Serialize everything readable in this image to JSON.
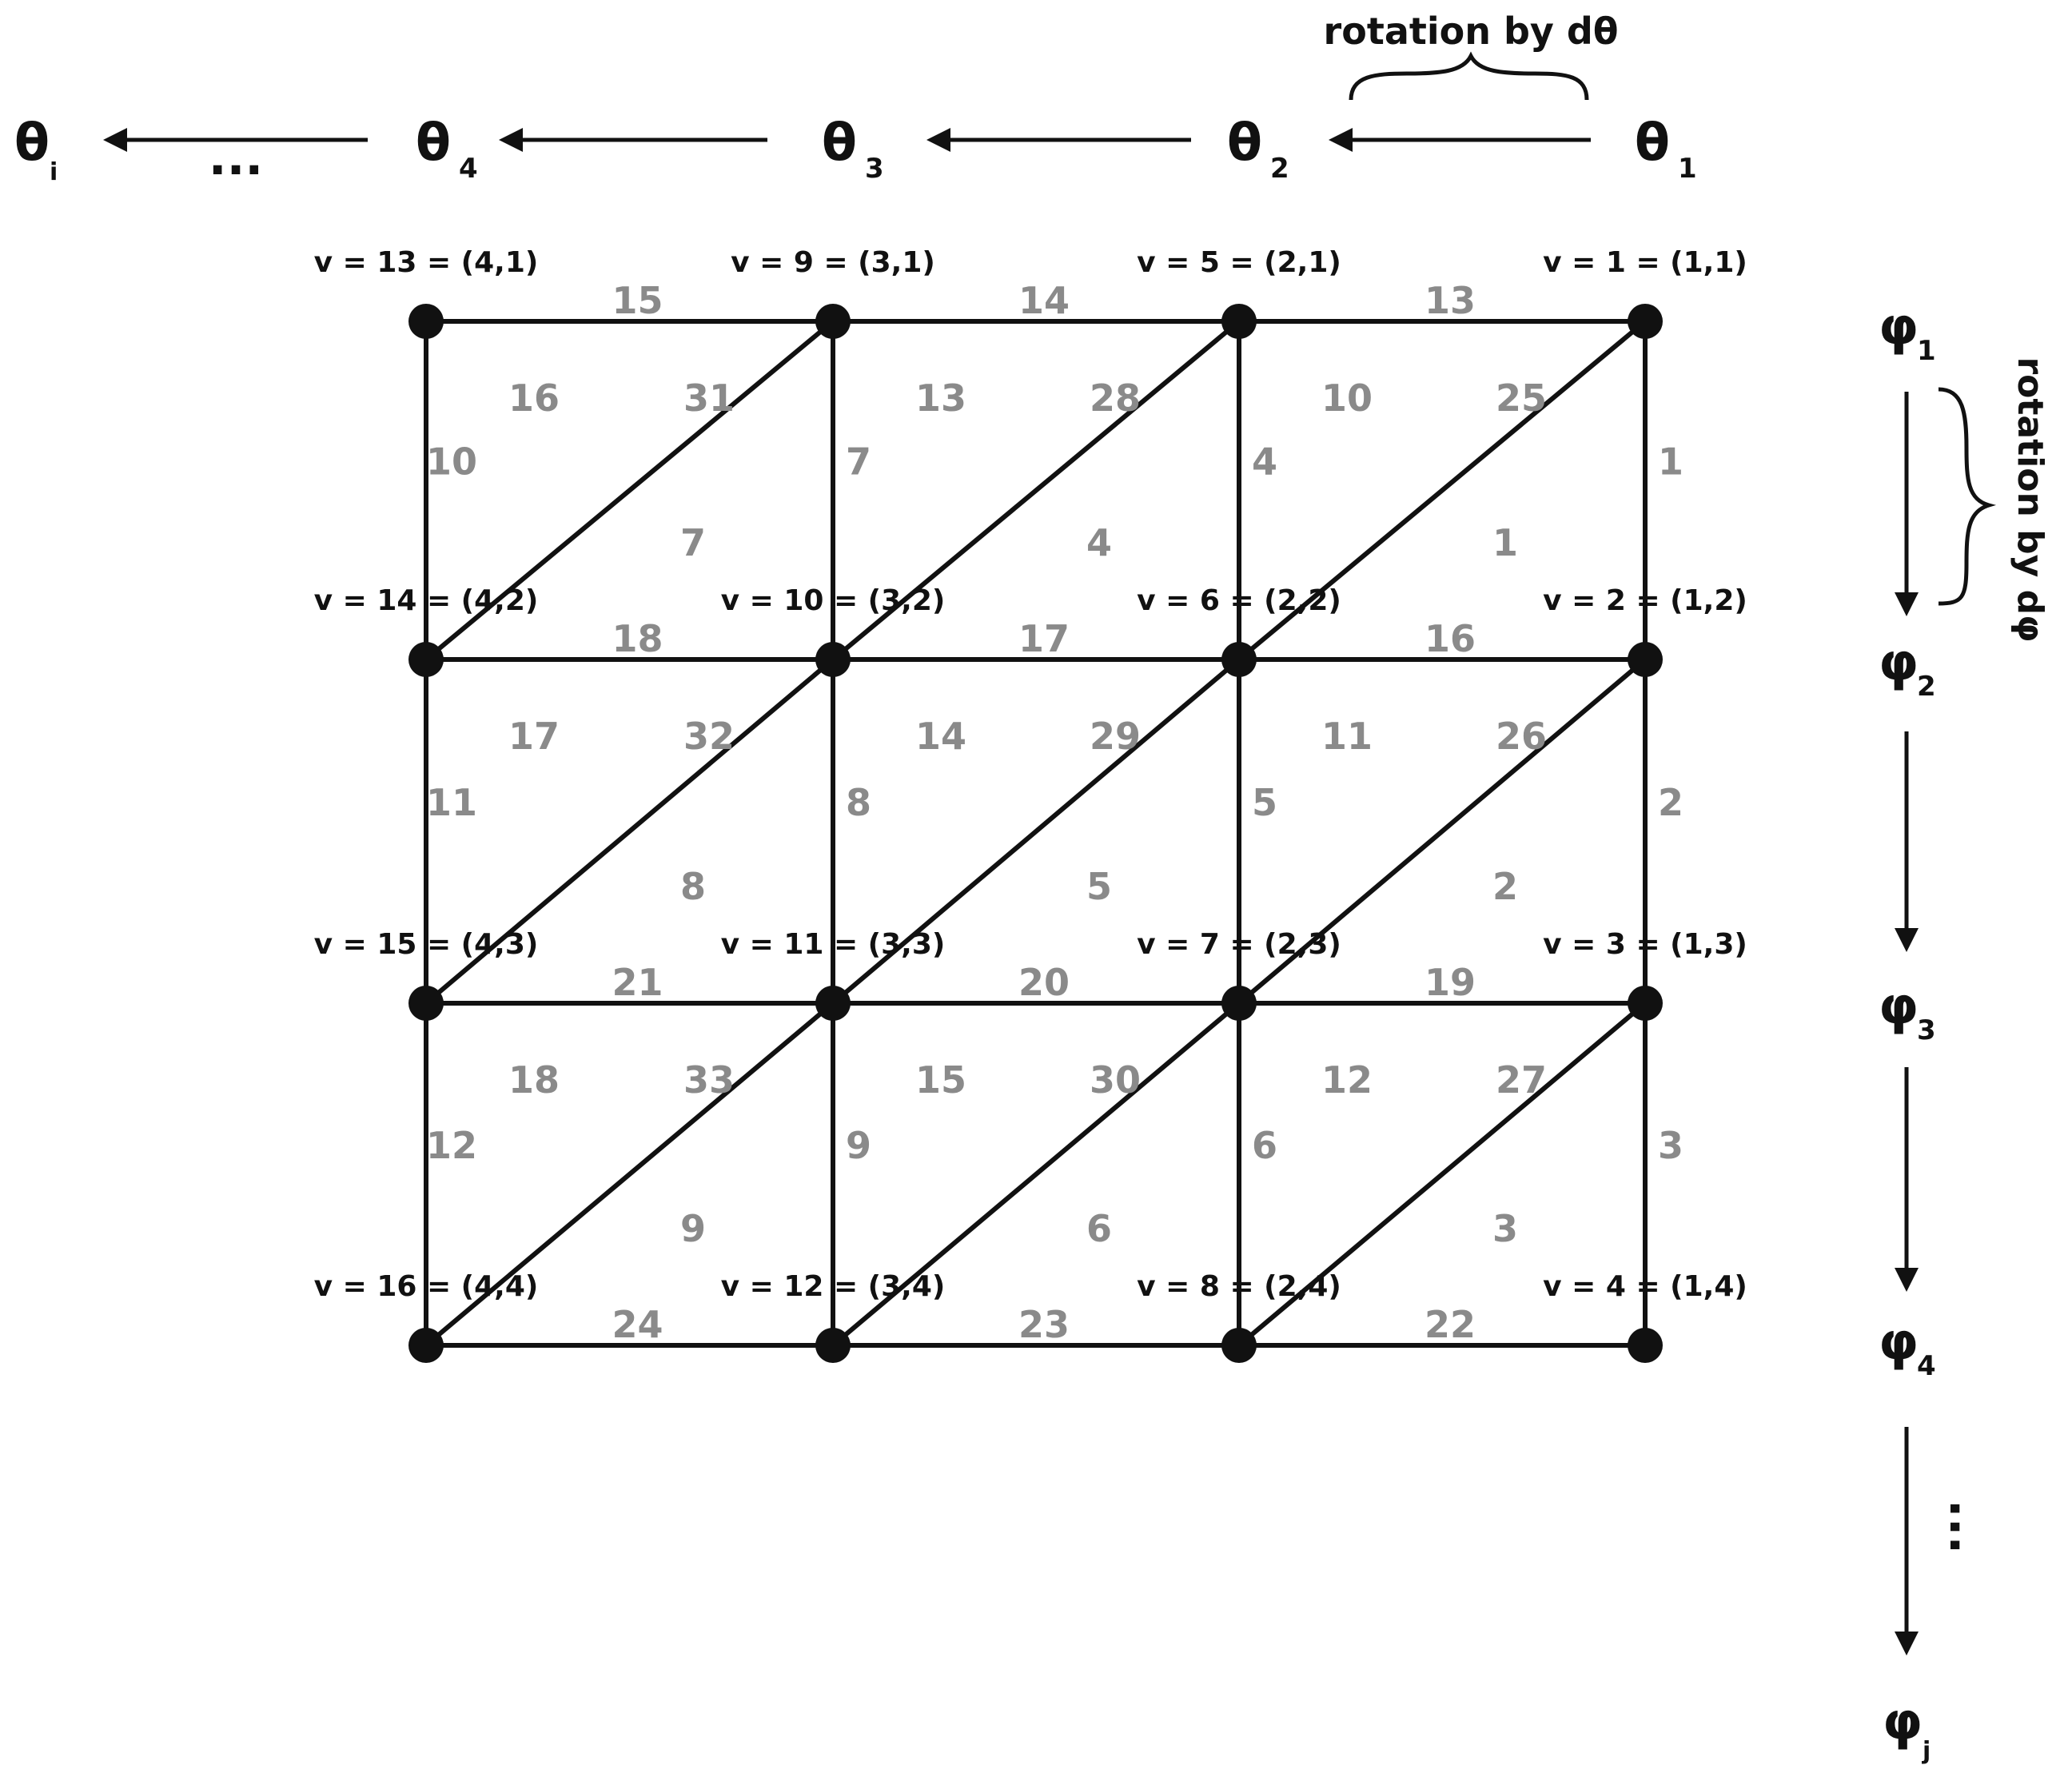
{
  "theta_axis": {
    "caption": "rotation by dθ",
    "symbol": "θ",
    "subscripts": [
      "i",
      "4",
      "3",
      "2",
      "1"
    ],
    "ellipsis": "..."
  },
  "phi_axis": {
    "caption": "rotation by dφ",
    "symbol": "φ",
    "subscripts": [
      "1",
      "2",
      "3",
      "4",
      "j"
    ],
    "ellipsis": "..."
  },
  "mesh": {
    "vertex_labels": [
      "v = 1 = (1,1)",
      "v = 2 = (1,2)",
      "v = 3 = (1,3)",
      "v = 4 = (1,4)",
      "v = 5 = (2,1)",
      "v = 6 = (2,2)",
      "v = 7 = (2,3)",
      "v = 8 = (2,4)",
      "v = 9 = (3,1)",
      "v = 10 = (3,2)",
      "v = 11 = (3,3)",
      "v = 12 = (3,4)",
      "v = 13 = (4,1)",
      "v = 14 = (4,2)",
      "v = 15 = (4,3)",
      "v = 16 = (4,4)"
    ],
    "edge_labels": {
      "vertical": [
        "1",
        "2",
        "3",
        "4",
        "5",
        "6",
        "7",
        "8",
        "9",
        "10",
        "11",
        "12"
      ],
      "horizontal": [
        "13",
        "14",
        "15",
        "16",
        "17",
        "18",
        "19",
        "20",
        "21",
        "22",
        "23",
        "24"
      ],
      "diagonal": [
        "25",
        "26",
        "27",
        "28",
        "29",
        "30",
        "31",
        "32",
        "33"
      ]
    },
    "face_labels": {
      "lower": [
        "1",
        "2",
        "3",
        "4",
        "5",
        "6",
        "7",
        "8",
        "9"
      ],
      "upper": [
        "10",
        "11",
        "12",
        "13",
        "14",
        "15",
        "16",
        "17",
        "18"
      ]
    }
  },
  "colors": {
    "line": "#111111",
    "number_gray": "#8a8a8a"
  }
}
